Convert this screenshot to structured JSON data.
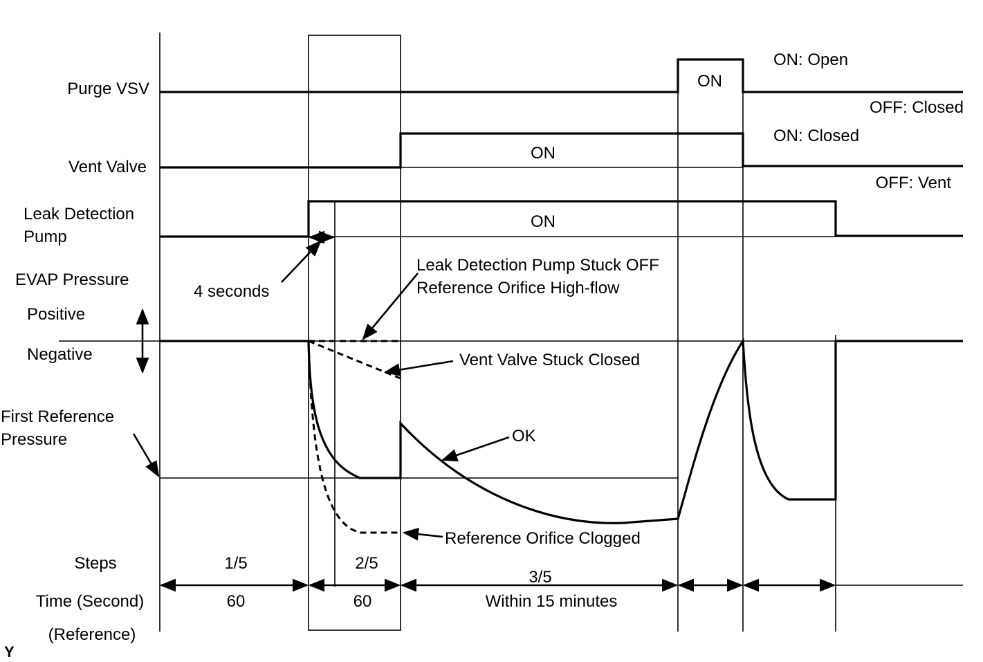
{
  "signals": {
    "purge_vsv": "Purge VSV",
    "vent_valve": "Vent Valve",
    "leak_pump_line1": "Leak Detection",
    "leak_pump_line2": "Pump",
    "evap_pressure": "EVAP Pressure",
    "positive": "Positive",
    "negative": "Negative",
    "first_ref_line1": "First Reference",
    "first_ref_line2": "Pressure"
  },
  "state_labels": {
    "purge_on": "ON",
    "vent_on": "ON",
    "pump_on": "ON",
    "purge_on_meaning": "ON: Open",
    "purge_off_meaning": "OFF: Closed",
    "vent_on_meaning": "ON: Closed",
    "vent_off_meaning": "OFF: Vent"
  },
  "annotations": {
    "four_seconds": "4 seconds",
    "pump_stuck_off": "Leak Detection Pump Stuck OFF",
    "ref_orifice_high_flow": "Reference Orifice High-flow",
    "vent_valve_stuck_closed": "Vent Valve Stuck Closed",
    "ok": "OK",
    "ref_orifice_clogged": "Reference Orifice Clogged"
  },
  "footer": {
    "steps_label": "Steps",
    "time_label": "Time (Second)",
    "reference_label": "(Reference)",
    "step_1": "1/5",
    "step_2": "2/5",
    "step_3": "3/5",
    "time_1": "60",
    "time_2": "60",
    "time_3": "Within 15 minutes"
  },
  "corner_mark": "Y"
}
